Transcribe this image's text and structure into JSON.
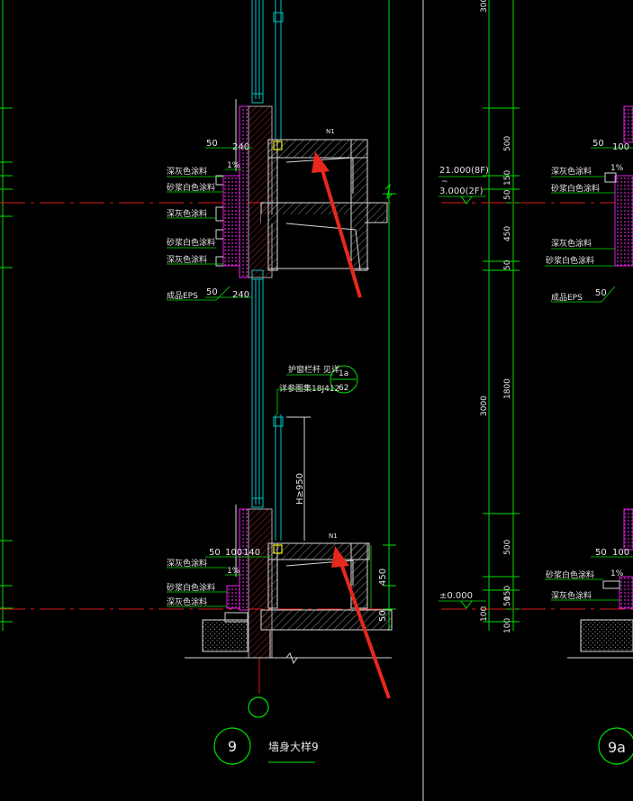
{
  "left_detail": {
    "labels": {
      "dark_gray_paint_1": "深灰色涂料",
      "sand_white_paint_1": "砂浆白色涂料",
      "dark_gray_paint_2": "深灰色涂料",
      "sand_white_paint_2": "砂浆白色涂料",
      "dark_gray_paint_3": "深灰色涂料",
      "eps": "成品EPS",
      "railing": "护窗栏杆 见详",
      "railing_ref": "详参图集18J412",
      "dark_gray_paint_4": "深灰色涂料",
      "sand_white_paint_3": "砂浆白色涂料",
      "dark_gray_paint_5": "深灰色涂料"
    },
    "dims": {
      "d50_top": "50",
      "d240_top": "240",
      "d1pct_top": "1%",
      "d50_eps": "50",
      "d240_eps": "240",
      "d50_bot": "50",
      "d100_bot": "100",
      "d140_bot": "140",
      "d1pct_bot": "1%",
      "h950": "H≥950",
      "d450": "450",
      "d50_right": "50"
    },
    "detail_ref": {
      "top": "1a",
      "bottom": "62"
    },
    "slope_tag_top": "N1",
    "slope_tag_bottom": "N1",
    "detail_number": "9",
    "detail_title": "墙身大样9"
  },
  "right_detail": {
    "elevations": {
      "top": "21.000(8F)",
      "tilde": "~",
      "mid": "3.000(2F)",
      "ground": "±0.000"
    },
    "dims": {
      "top_total": "300",
      "d500_a": "500",
      "d150_a": "150",
      "d50_a": "50",
      "d450": "450",
      "d50_b": "50",
      "total": "3000",
      "d1800": "1800",
      "d500_b": "500",
      "d150_b": "150",
      "d50_c": "50",
      "d100_a": "100",
      "d100_b": "100"
    },
    "labels": {
      "dark_gray_paint_1": "深灰色涂料",
      "sand_white_paint_1": "砂浆白色涂料",
      "dark_gray_paint_2": "深灰色涂料",
      "sand_white_paint_2": "砂浆白色涂料",
      "eps": "成品EPS",
      "sand_white_paint_3": "砂浆白色涂料",
      "dark_gray_paint_3": "深灰色涂料"
    },
    "dims_small": {
      "d50_top": "50",
      "d100_top": "100",
      "d1pct_top": "1%",
      "d50_eps": "50",
      "d50_bot": "50",
      "d100_bot": "100",
      "d1pct_bot": "1%"
    },
    "detail_number": "9a"
  },
  "colors": {
    "background": "#000000",
    "green_dim": "#00e000",
    "cyan": "#00c8c8",
    "magenta": "#e020e0",
    "red": "#e01818",
    "yellow": "#f0f000",
    "white": "#e8e8e8",
    "arrow": "#e8281c"
  }
}
